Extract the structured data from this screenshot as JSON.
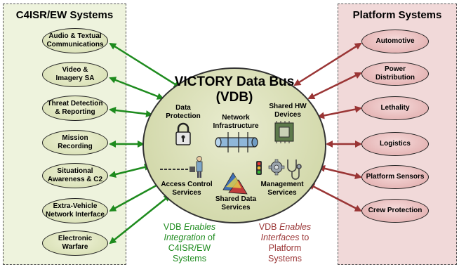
{
  "left_panel": {
    "title": "C4ISR/EW Systems",
    "nodes": [
      {
        "line1": "Audio & Textual",
        "line2": "Communications"
      },
      {
        "line1": "Video &",
        "line2": "Imagery SA"
      },
      {
        "line1": "Threat Detection",
        "line2": "& Reporting"
      },
      {
        "line1": "Mission",
        "line2": "Recording"
      },
      {
        "line1": "Situational",
        "line2": "Awareness & C2"
      },
      {
        "line1": "Extra-Vehicle",
        "line2": "Network Interface"
      },
      {
        "line1": "Electronic",
        "line2": "Warfare"
      }
    ]
  },
  "right_panel": {
    "title": "Platform Systems",
    "nodes": [
      {
        "line1": "Automotive",
        "line2": ""
      },
      {
        "line1": "Power",
        "line2": "Distribution"
      },
      {
        "line1": "Lethality",
        "line2": ""
      },
      {
        "line1": "Logistics",
        "line2": ""
      },
      {
        "line1": "Platform Sensors",
        "line2": ""
      },
      {
        "line1": "Crew Protection",
        "line2": ""
      }
    ]
  },
  "bus": {
    "title_line1": "VICTORY Data Bus",
    "title_line2": "(VDB)",
    "components": {
      "data_protection": {
        "line1": "Data",
        "line2": "Protection"
      },
      "network": {
        "line1": "Network",
        "line2": "Infrastructure"
      },
      "shared_hw": {
        "line1": "Shared HW",
        "line2": "Devices"
      },
      "access_control": {
        "line1": "Access Control",
        "line2": "Services"
      },
      "shared_data": {
        "line1": "Shared Data",
        "line2": "Services"
      },
      "management": {
        "line1": "Management",
        "line2": "Services"
      }
    }
  },
  "captions": {
    "left": {
      "a": "VDB ",
      "b": "Enables",
      "c": "Integration",
      "d": " of",
      "e": "C4ISR/EW",
      "f": "Systems"
    },
    "right": {
      "a": "VDB ",
      "b": "Enables",
      "c": "Interfaces",
      "d": " to",
      "e": "Platform",
      "f": "Systems"
    }
  },
  "colors": {
    "left_arrow": "#1e8b1e",
    "right_arrow": "#9a3535"
  },
  "icons": [
    "padlock-icon",
    "network-pipe-icon",
    "chip-icon",
    "access-gate-icon",
    "shared-data-icon",
    "traffic-light-icon",
    "gear-icon",
    "stethoscope-icon"
  ]
}
